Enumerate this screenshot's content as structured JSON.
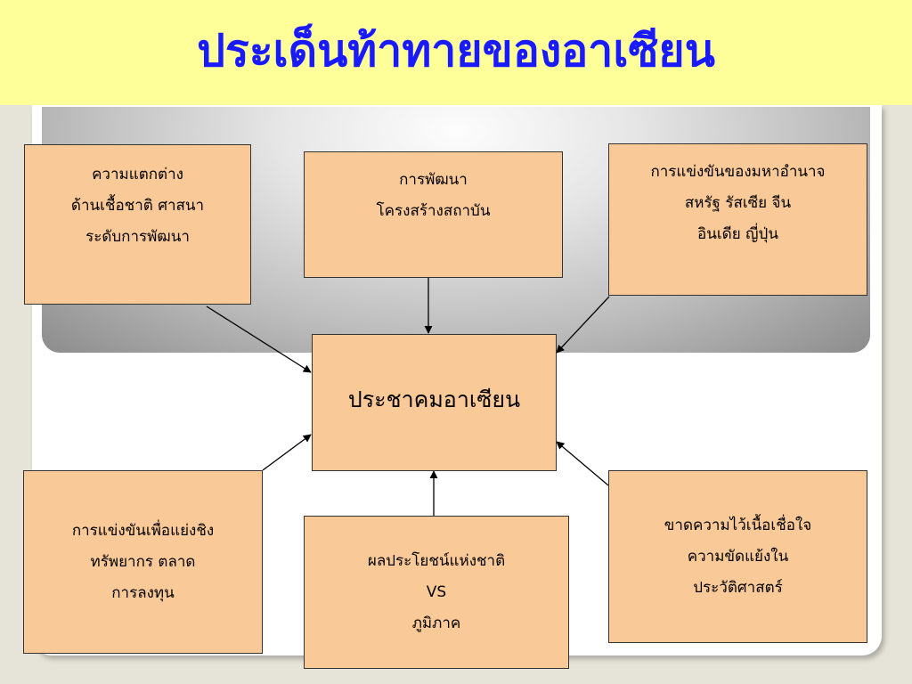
{
  "title": "ประเด็นท้าทายของอาเซียน",
  "center": "ประชาคมอาเซียน",
  "boxes": {
    "top_left": [
      "ความแตกต่าง",
      "ด้านเชื้อชาติ ศาสนา",
      "ระดับการพัฒนา"
    ],
    "top_middle": [
      "การพัฒนา",
      "โครงสร้างสถาบัน"
    ],
    "top_right": [
      "การแข่งขันของมหาอำนาจ",
      "สหรัฐ รัสเซีย จีน",
      "อินเดีย ญี่ปุ่น"
    ],
    "bottom_left": [
      "การแข่งขันเพื่อแย่งชิง",
      "ทรัพยากร ตลาด",
      "การลงทุน"
    ],
    "bottom_middle": [
      "ผลประโยชน์แห่งชาติ",
      "VS",
      "ภูมิภาค"
    ],
    "bottom_right": [
      "ขาดความไว้เนื้อเชื่อใจ",
      "ความขัดแย้งใน",
      "ประวัติศาสตร์"
    ]
  },
  "colors": {
    "title": "#1a1aff",
    "header_bg": "#ffff9a",
    "box_fill": "#fac998",
    "box_border": "#333333"
  }
}
